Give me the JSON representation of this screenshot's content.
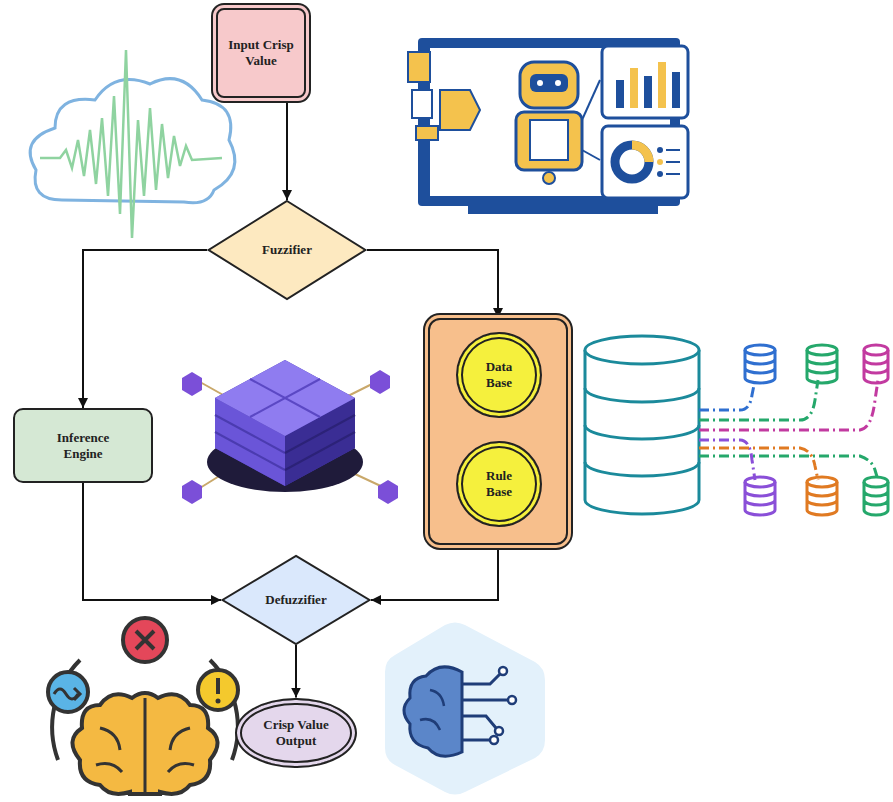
{
  "diagram": {
    "nodes": [
      {
        "text": [
          "Input Crisp Value"
        ]
      },
      {
        "text": [
          "Fuzzifier"
        ]
      },
      {
        "text": [
          "Inference Engine"
        ]
      },
      {
        "text": []
      },
      {
        "text": [
          "Data Base"
        ],
        "in": 3
      },
      {
        "text": [
          "Rule Base"
        ],
        "in": 3
      },
      {
        "text": [
          "Defuzzifier"
        ]
      },
      {
        "text": [
          "Crisp Value Output"
        ]
      }
    ],
    "edges": [
      {
        "from": 0,
        "to": 1,
        "arrow": "to"
      },
      {
        "from": 1,
        "to": 2,
        "arrow": "to"
      },
      {
        "from": 1,
        "to": 3,
        "arrow": "to"
      },
      {
        "from": 2,
        "to": 6,
        "arrow": "to"
      },
      {
        "from": 3,
        "to": 6,
        "arrow": "to"
      },
      {
        "from": 6,
        "to": 7,
        "arrow": "to"
      }
    ]
  }
}
